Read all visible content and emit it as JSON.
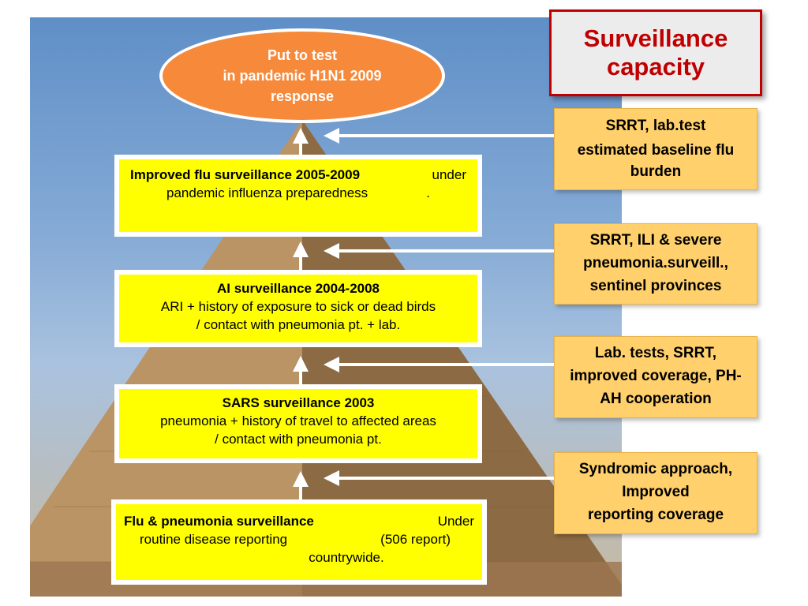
{
  "title": [
    "Surveillance",
    "capacity"
  ],
  "outcome": [
    "Put to test",
    "in pandemic H1N1 2009",
    "response"
  ],
  "stages": [
    {
      "title": "Improved flu surveillance 2005-2009",
      "title_tail": "under",
      "line2": "pandemic influenza preparedness",
      "line2_tail": "."
    },
    {
      "title": "AI surveillance 2004-2008",
      "lines": [
        "ARI + history of exposure to sick or dead birds",
        "/ contact with pneumonia pt. + lab."
      ]
    },
    {
      "title": "SARS surveillance 2003",
      "lines": [
        "pneumonia + history of travel to affected areas",
        "/ contact with pneumonia pt."
      ]
    },
    {
      "title": "Flu & pneumonia surveillance",
      "title_tail": "Under",
      "line2": "routine disease reporting",
      "line2_tail": "(506 report)",
      "line3": "countrywide."
    }
  ],
  "capacities": [
    [
      "SRRT, lab.test",
      "estimated baseline flu",
      "burden"
    ],
    [
      "SRRT, ILI & severe",
      "pneumonia.surveill.,",
      "sentinel provinces"
    ],
    [
      "Lab. tests, SRRT,",
      "improved coverage, PH-",
      "AH cooperation"
    ],
    [
      "Syndromic approach,",
      "Improved",
      "reporting coverage"
    ]
  ],
  "colors": {
    "stage_fill": "#ffff00",
    "capacity_fill": "#ffd06b",
    "outcome_fill": "#f6893a",
    "title_text": "#c00000"
  }
}
